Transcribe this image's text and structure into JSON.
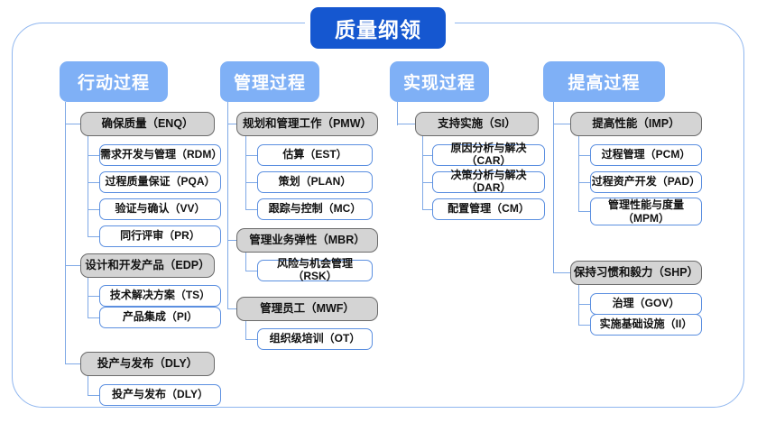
{
  "diagram": {
    "title": "质量纲领",
    "frame_color": "#8fb6ef",
    "title_color": "#1557d0",
    "header_color": "#7fb0f6",
    "group_color": "#d4d4d4",
    "leaf_border_color": "#5b8fe0",
    "connector_color": "#7fa9e6"
  },
  "columns": [
    {
      "header": "行动过程",
      "groups": [
        {
          "label": "确保质量（ENQ）",
          "items": [
            "需求开发与管理（RDM）",
            "过程质量保证（PQA）",
            "验证与确认（VV）",
            "同行评审（PR）"
          ]
        },
        {
          "label": "设计和开发产品（EDP）",
          "items": [
            "技术解决方案（TS）",
            "产品集成（PI）"
          ]
        },
        {
          "label": "投产与发布（DLY）",
          "items": [
            "投产与发布（DLY）"
          ]
        }
      ]
    },
    {
      "header": "管理过程",
      "groups": [
        {
          "label": "规划和管理工作（PMW）",
          "items": [
            "估算（EST）",
            "策划（PLAN）",
            "跟踪与控制（MC）"
          ]
        },
        {
          "label": "管理业务弹性（MBR）",
          "items": [
            "风险与机会管理（RSK）"
          ]
        },
        {
          "label": "管理员工（MWF）",
          "items": [
            "组织级培训（OT）"
          ]
        }
      ]
    },
    {
      "header": "实现过程",
      "groups": [
        {
          "label": "支持实施（SI）",
          "items": [
            "原因分析与解决（CAR）",
            "决策分析与解决（DAR）",
            "配置管理（CM）"
          ]
        }
      ]
    },
    {
      "header": "提高过程",
      "groups": [
        {
          "label": "提高性能（IMP）",
          "items": [
            "过程管理（PCM）",
            "过程资产开发（PAD）",
            "管理性能与度量\n（MPM）"
          ]
        },
        {
          "label": "保持习惯和毅力（SHP）",
          "items": [
            "治理（GOV）",
            "实施基础设施（II）"
          ]
        }
      ]
    }
  ]
}
